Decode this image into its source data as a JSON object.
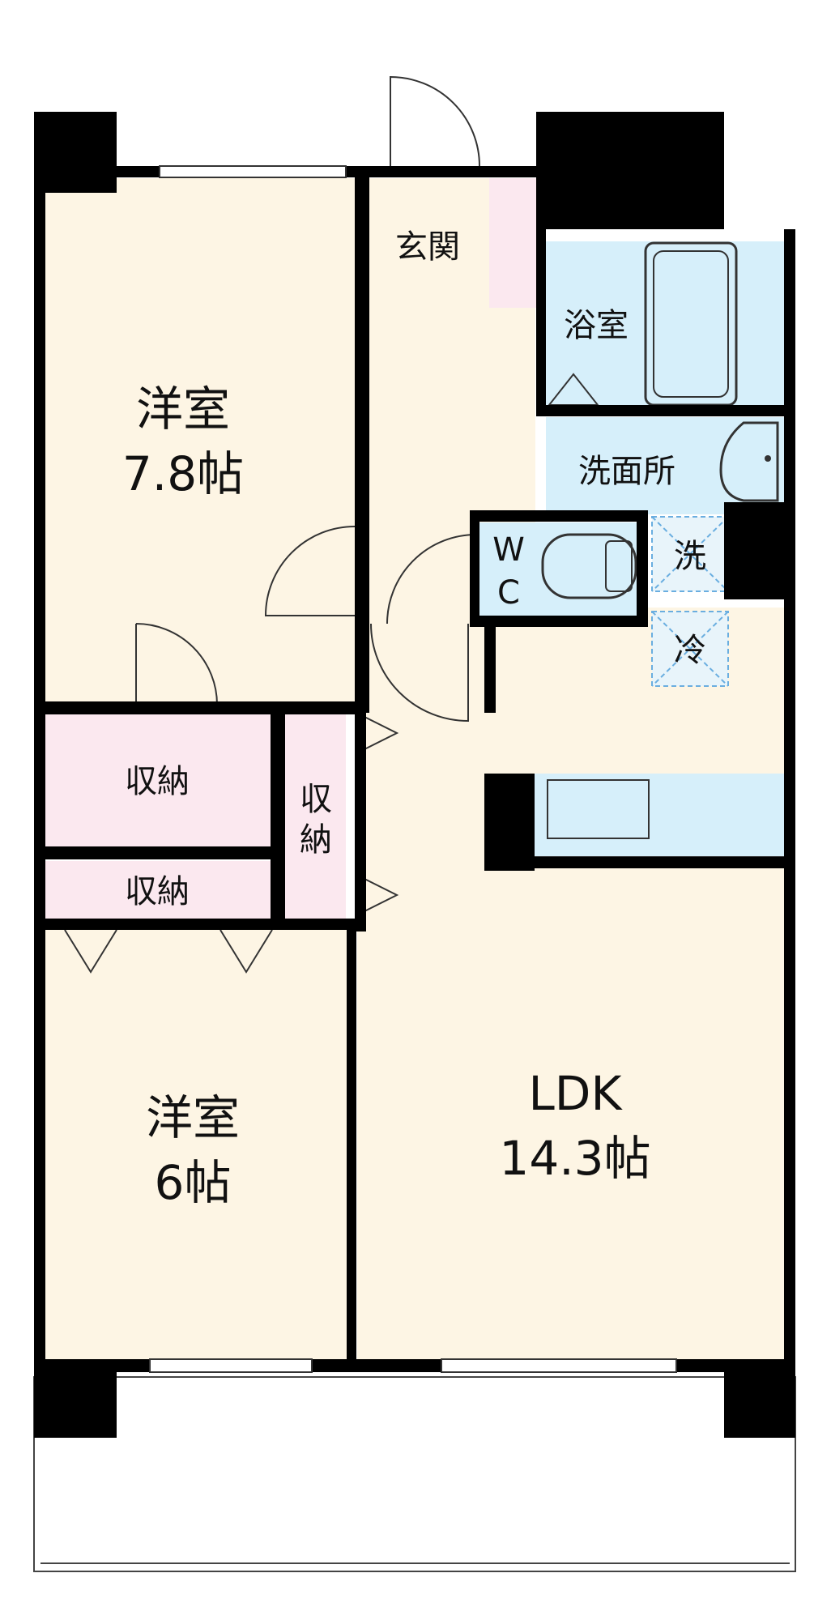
{
  "rooms": {
    "western_room_1": {
      "name": "洋室",
      "size": "7.8帖"
    },
    "western_room_2": {
      "name": "洋室",
      "size": "6帖"
    },
    "ldk": {
      "name": "LDK",
      "size": "14.3帖"
    },
    "entrance": "玄関",
    "bathroom": "浴室",
    "washroom": "洗面所",
    "toilet": {
      "line1": "W",
      "line2": "C"
    },
    "washer": "洗",
    "fridge": "冷",
    "storage_upper": "収納",
    "storage_lower": "収納",
    "storage_vertical": {
      "line1": "収",
      "line2": "納"
    }
  },
  "colors": {
    "living_floor": "#fdf5e4",
    "storage_floor": "#fbe8ef",
    "wet_area": "#d6effa",
    "wall": "#000000"
  }
}
